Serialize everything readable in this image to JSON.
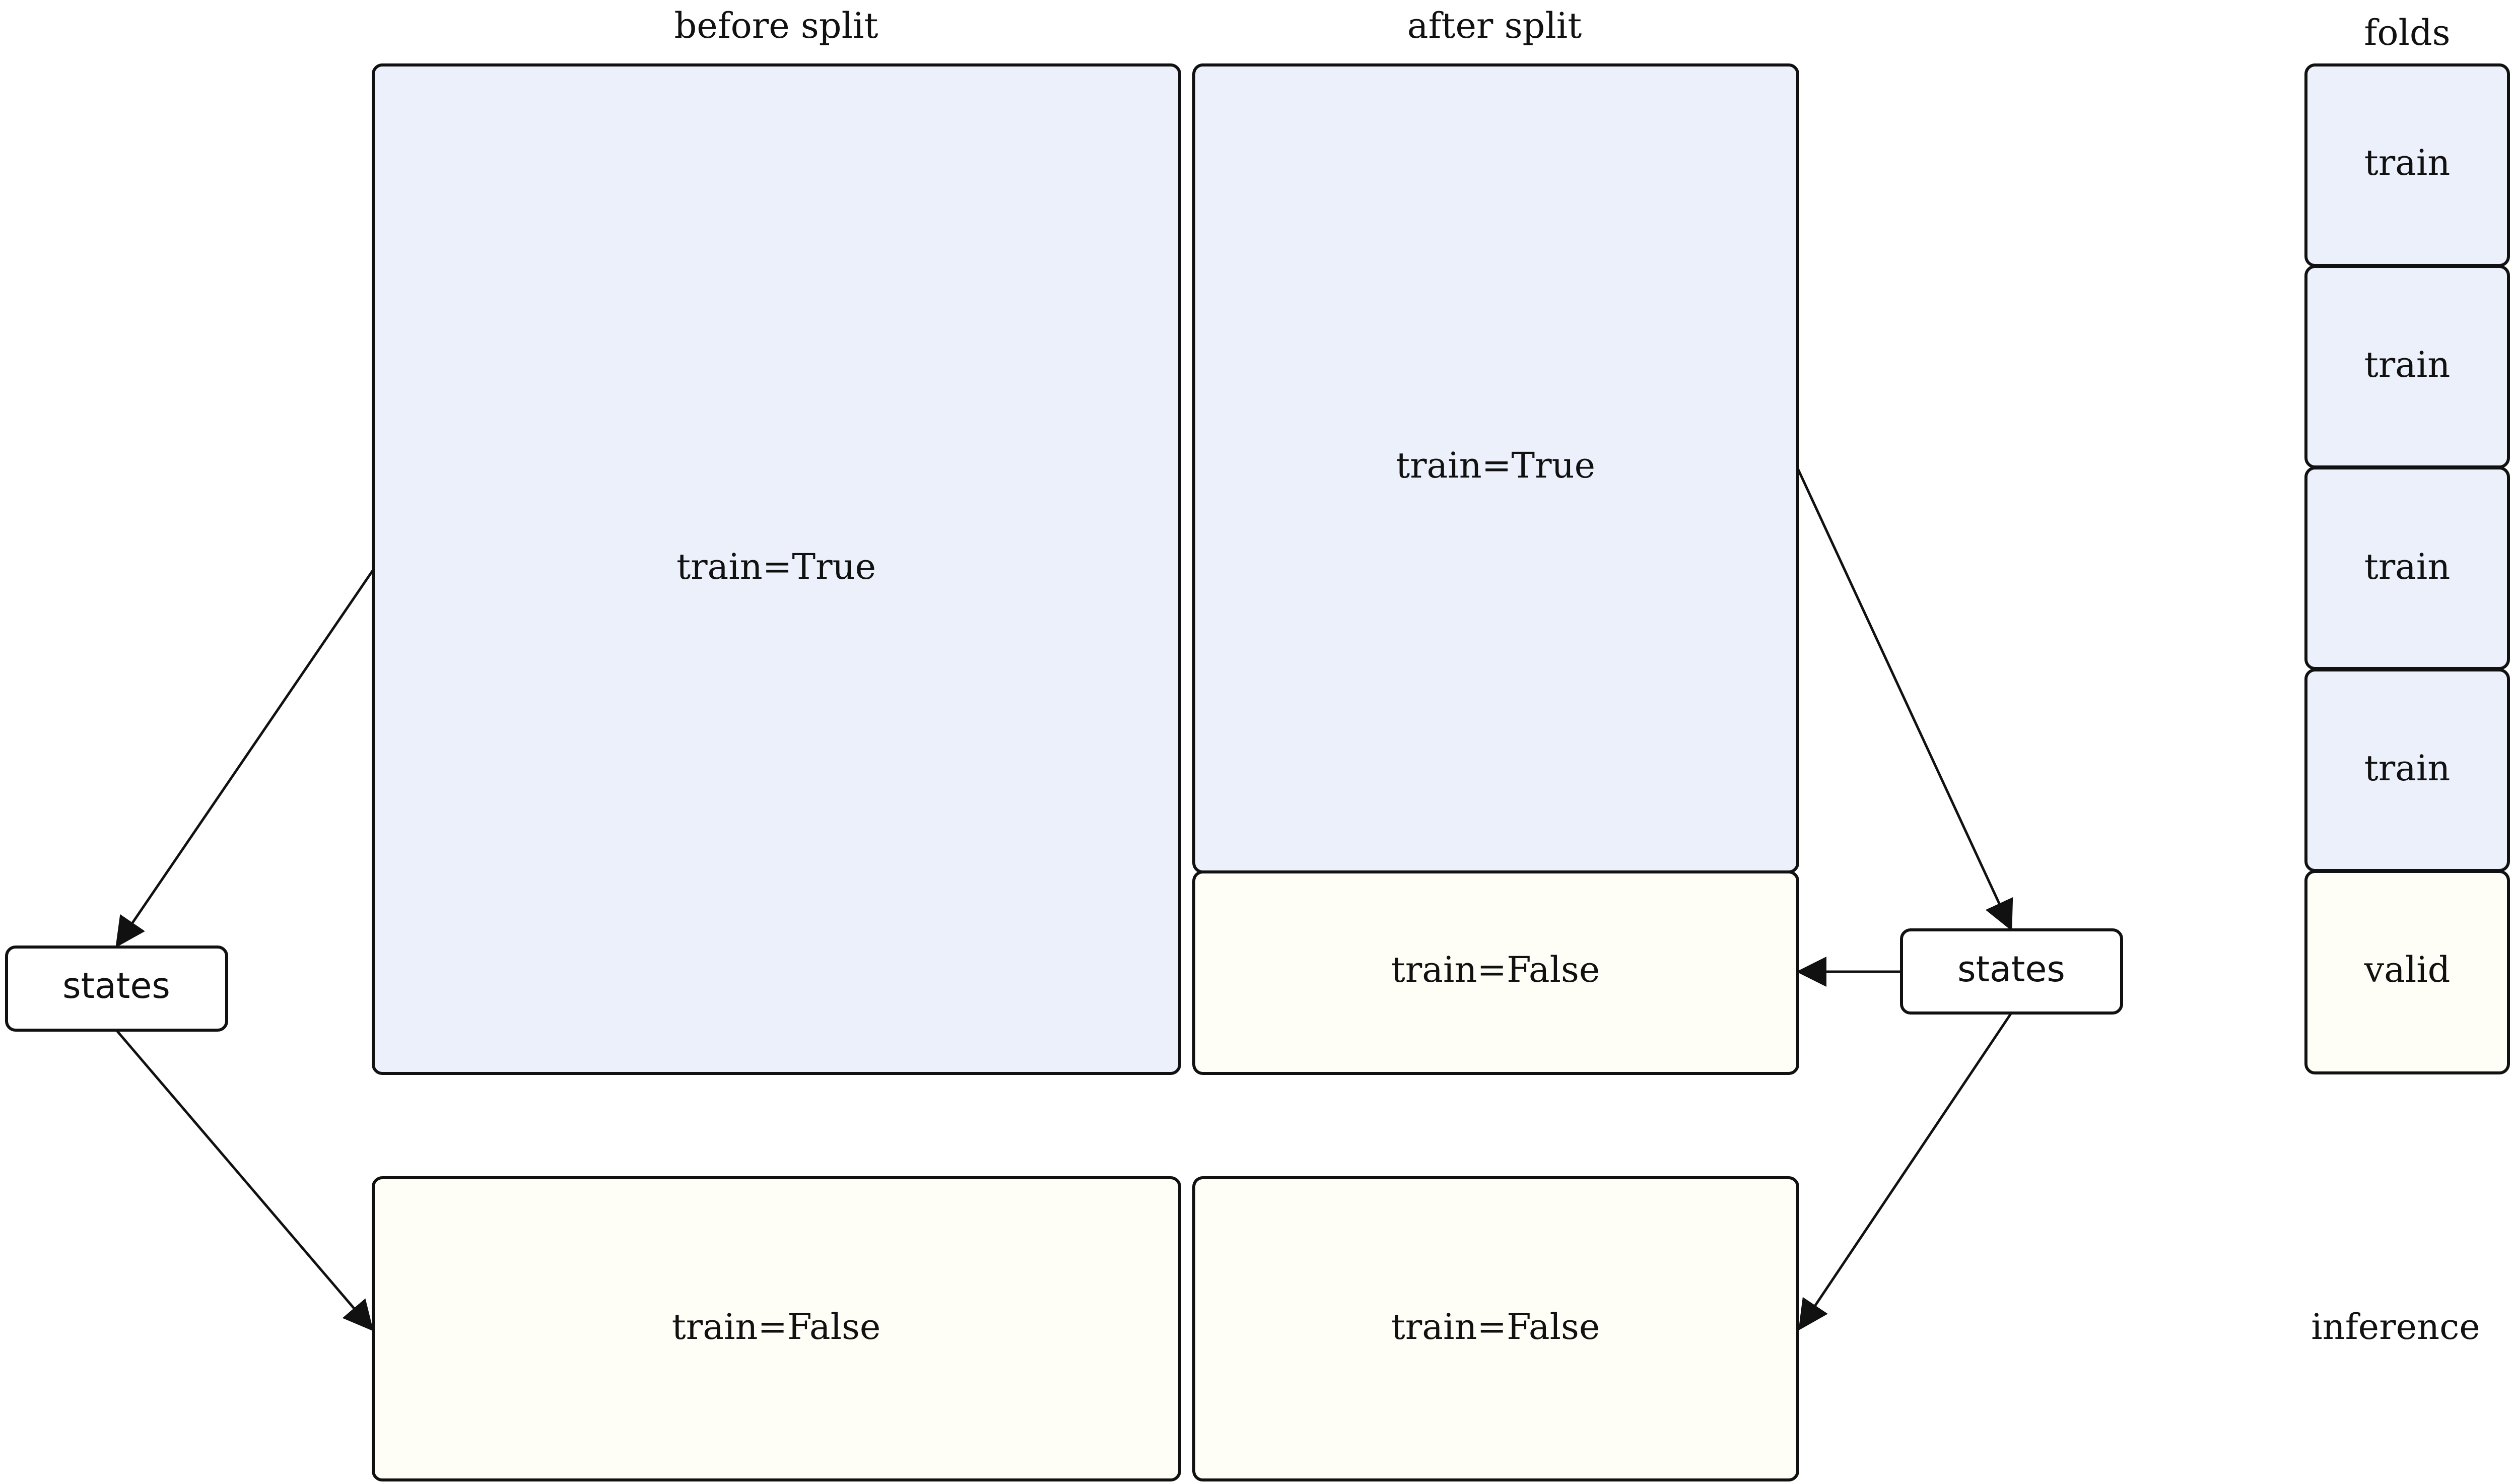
{
  "headings": {
    "before_split": "before split",
    "after_split": "after split",
    "folds": "folds"
  },
  "before": {
    "train_true": "train=True",
    "train_false": "train=False"
  },
  "after": {
    "train_true": "train=True",
    "train_false_top": "train=False",
    "train_false_bottom": "train=False"
  },
  "states": {
    "left": "states",
    "right": "states"
  },
  "folds": {
    "items": [
      "train",
      "train",
      "train",
      "train",
      "valid"
    ],
    "inference": "inference"
  },
  "colors": {
    "train_fill": "#EBF0FA",
    "valid_fill": "#FEFEF7",
    "state_fill": "#FFFFFF",
    "stroke": "#111111",
    "background": "#FFFFFF"
  }
}
